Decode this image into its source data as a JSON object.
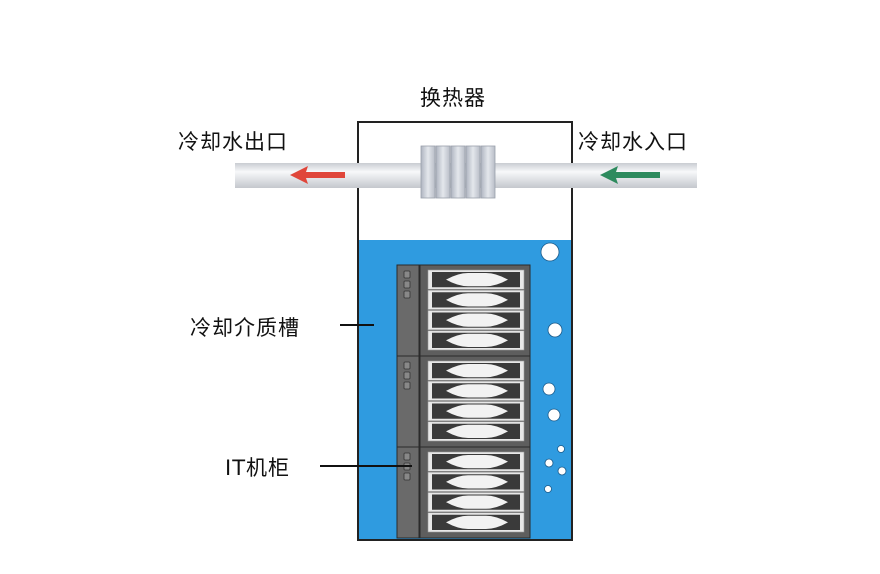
{
  "labels": {
    "heat_exchanger": "换热器",
    "coolant_outlet": "冷却水出口",
    "coolant_inlet": "冷却水入口",
    "coolant_tank": "冷却介质槽",
    "it_cabinet": "IT机柜"
  },
  "colors": {
    "tank": "#2f9be0",
    "outlet_arrow": "#e0463a",
    "inlet_arrow": "#2e8b5e",
    "cabinet": "#5a5a5a",
    "pipe": "#e6e8ec"
  },
  "cabinet_units": 3,
  "drives_per_unit": 4
}
